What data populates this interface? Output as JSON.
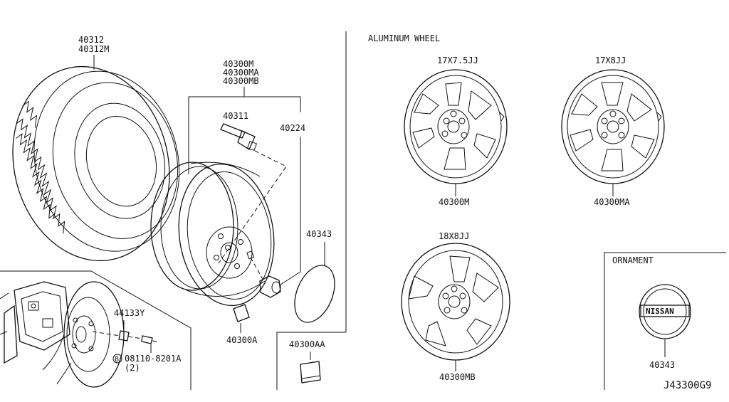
{
  "labels": {
    "tire": [
      "40312",
      "40312M"
    ],
    "wheel_assy": [
      "40300M",
      "40300MA",
      "40300MB"
    ],
    "valve": "40311",
    "nut": "40224",
    "cap_small": "40343",
    "balance_weight": "40300A",
    "weight_box": "40300AA",
    "hub_bolt": "44133Y",
    "bolt_circle": "B",
    "bolt_part": "08110-8201A",
    "bolt_qty": "(2)"
  },
  "aluminum": {
    "title": "ALUMINUM WHEEL",
    "wheels": [
      {
        "size": "17X7.5JJ",
        "part": "40300M"
      },
      {
        "size": "17X8JJ",
        "part": "40300MA"
      },
      {
        "size": "18X8JJ",
        "part": "40300MB"
      }
    ]
  },
  "ornament": {
    "title": "ORNAMENT",
    "logo": "NISSAN",
    "part": "40343"
  },
  "diagram_code": "J43300G9"
}
